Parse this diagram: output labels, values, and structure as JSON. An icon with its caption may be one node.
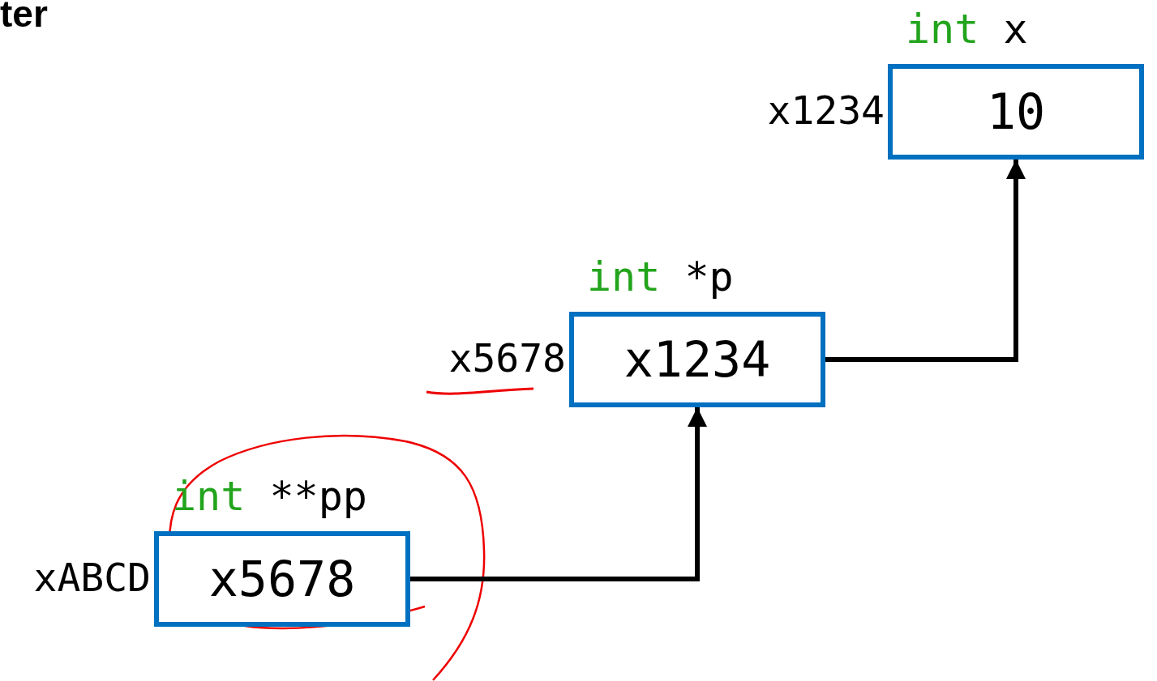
{
  "diagram": {
    "title": "ter",
    "nodes": [
      {
        "text": [
          "int",
          "x",
          "10"
        ],
        "beside": [
          "x1234"
        ]
      },
      {
        "text": [
          "int",
          "*p",
          "x1234"
        ],
        "beside": [
          "x5678"
        ]
      },
      {
        "text": [
          "int",
          "**pp",
          "x5678"
        ],
        "beside": [
          "xABCD"
        ]
      }
    ],
    "edges": [
      {
        "from": 2,
        "to": 1,
        "arrow": "to"
      },
      {
        "from": 1,
        "to": 0,
        "arrow": "to"
      }
    ]
  }
}
